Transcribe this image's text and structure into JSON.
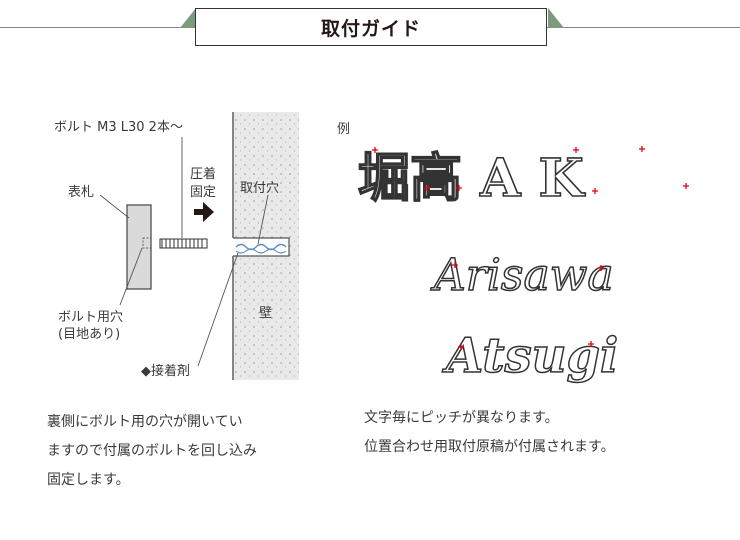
{
  "title": "取付ガイド",
  "left": {
    "bolt_label": "ボルト M3 L30 2本～",
    "press_label_1": "圧着",
    "press_label_2": "固定",
    "plate_label": "表札",
    "hole_label": "取付穴",
    "bolt_hole_label_1": "ボルト用穴",
    "bolt_hole_label_2": "(目地あり)",
    "wall_label": "壁",
    "adhesive_label": "◆接着剤",
    "desc_lines": [
      "裏側にボルト用の穴が開いてい",
      "ますので付属のボルトを回し込み",
      "固定します。"
    ]
  },
  "right": {
    "example_label": "例",
    "sample_line_1": "堀高 A K",
    "sample_line_2": "Arisawa",
    "sample_line_3": "Atsugi",
    "desc_lines": [
      "文字毎にピッチが異なります。",
      "位置合わせ用取付原稿が付属されます。"
    ]
  },
  "colors": {
    "accent_green": "#7d9a7c",
    "wall_fill": "#e9e9e9",
    "plate_fill": "#dadada",
    "marker_red": "#e60012"
  }
}
